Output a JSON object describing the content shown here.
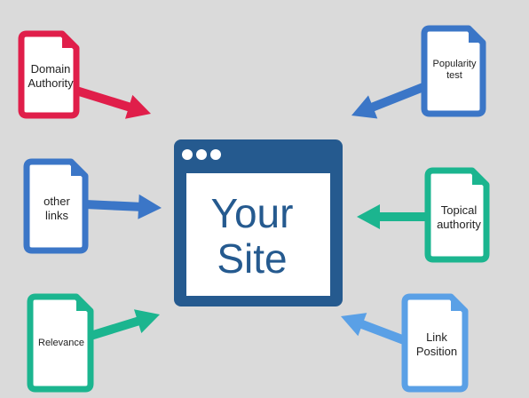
{
  "site": {
    "label": "Your\nSite",
    "frame_color": "#255a8f",
    "text_color": "#255a8f"
  },
  "documents": [
    {
      "id": "domain-authority",
      "label": "Domain\nAuthority",
      "color": "#e01e4a"
    },
    {
      "id": "popularity-test",
      "label": "Popularity\ntest",
      "color": "#3b76c7"
    },
    {
      "id": "other-links",
      "label": "other\nlinks",
      "color": "#3b76c7"
    },
    {
      "id": "topical-authority",
      "label": "Topical\nauthority",
      "color": "#1bb58f"
    },
    {
      "id": "relevance",
      "label": "Relevance",
      "color": "#1bb58f"
    },
    {
      "id": "link-position",
      "label": "Link\nPosition",
      "color": "#5aa0e6"
    }
  ]
}
